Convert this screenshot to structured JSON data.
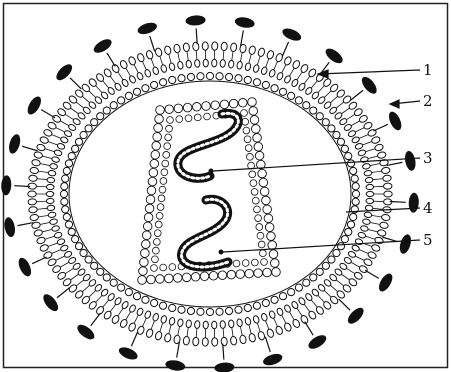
{
  "diagram": {
    "labels": [
      {
        "id": "1",
        "text": "1"
      },
      {
        "id": "2",
        "text": "2"
      },
      {
        "id": "3",
        "text": "3"
      },
      {
        "id": "4",
        "text": "4"
      },
      {
        "id": "5",
        "text": "5"
      }
    ],
    "colors": {
      "ink": "#111111",
      "background": "#ffffff",
      "frame": "#222222"
    },
    "parts": [
      "envelope-spike-icon",
      "lipid-bilayer-envelope",
      "matrix-protein-layer",
      "capsid-core",
      "rna-genome-strand"
    ]
  }
}
